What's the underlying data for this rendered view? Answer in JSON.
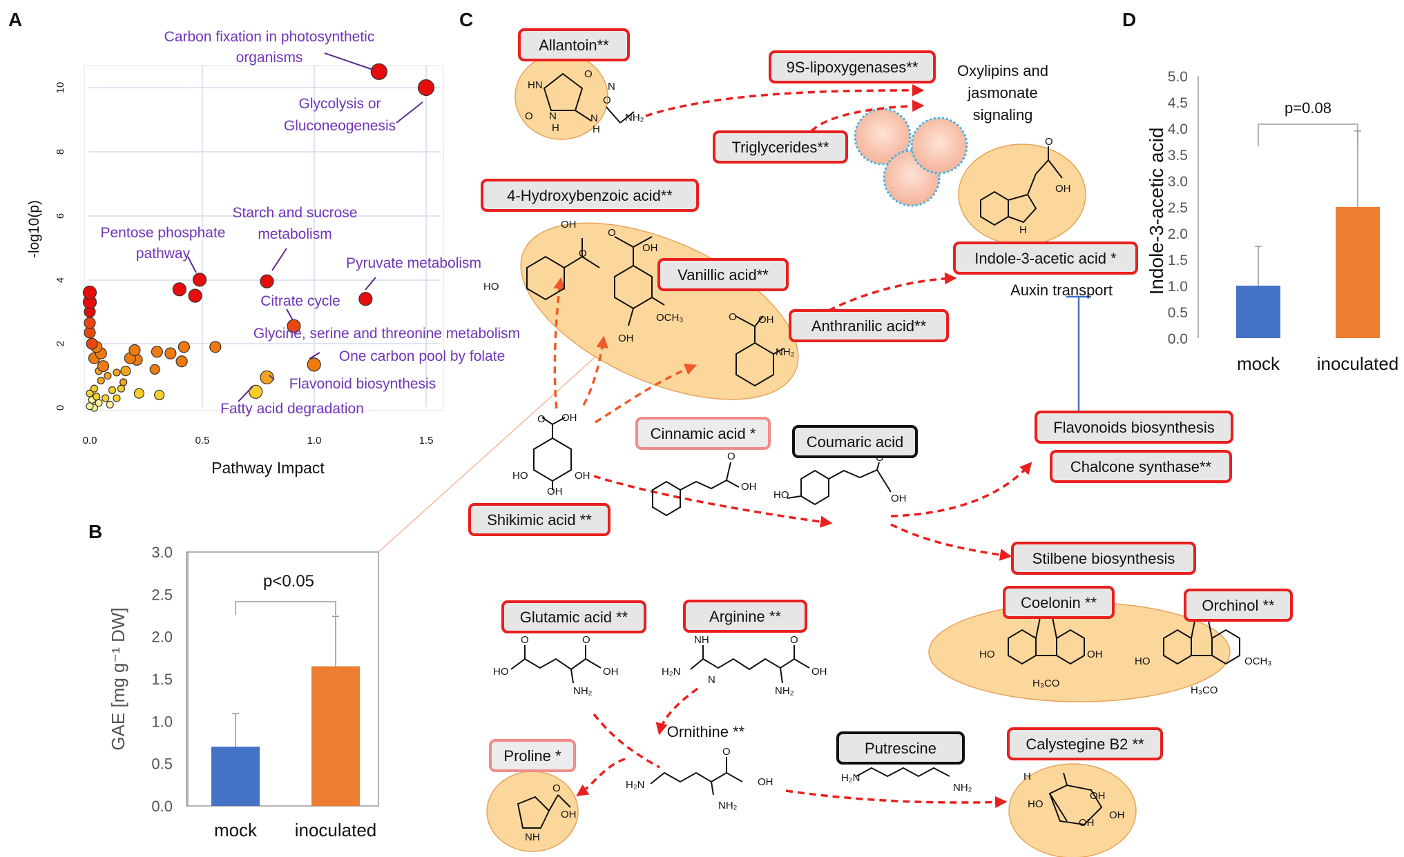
{
  "panels": {
    "a": "A",
    "b": "B",
    "c": "C",
    "d": "D"
  },
  "panel_a": {
    "ylabel": "-log10(p)",
    "xlabel": "Pathway Impact",
    "xticks": [
      "0.0",
      "0.5",
      "1.0",
      "1.5"
    ],
    "yticks": [
      "0",
      "2",
      "4",
      "6",
      "8",
      "10"
    ],
    "annotations": {
      "carbon1": "Carbon fixation in photosynthetic",
      "carbon2": "organisms",
      "glyco1": "Glycolysis or",
      "glyco2": "Gluconeogenesis",
      "pentose1": "Pentose phosphate",
      "pentose2": "pathway",
      "starch1": "Starch and sucrose",
      "starch2": "metabolism",
      "pyruvate": "Pyruvate metabolism",
      "citrate": "Citrate cycle",
      "glycine": "Glycine, serine and threonine metabolism",
      "onecarbon": "One carbon pool by folate",
      "flavonoid": "Flavonoid biosynthesis",
      "fatty": "Fatty acid degradation"
    }
  },
  "panel_c": {
    "labels": {
      "allantoin": "Allantoin**",
      "lipox": "9S-lipoxygenases**",
      "trig": "Triglycerides**",
      "oxy1": "Oxylipins and",
      "oxy2": "jasmonate",
      "oxy3": "signaling",
      "hydroxy": "4-Hydroxybenzoic acid**",
      "vanillic": "Vanillic acid**",
      "anthranilic": "Anthranilic  acid**",
      "iaa": "Indole-3-acetic acid *",
      "auxin": "Auxin transport",
      "cinnamic": "Cinnamic acid *",
      "coumaric": "Coumaric acid",
      "shikimic": "Shikimic acid **",
      "flavbio": "Flavonoids biosynthesis",
      "chalcone": "Chalcone synthase**",
      "stilbene": "Stilbene biosynthesis",
      "coelonin": "Coelonin **",
      "orchinol": "Orchinol **",
      "glutamic": "Glutamic acid **",
      "arginine": "Arginine **",
      "ornithine": "Ornithine **",
      "proline": "Proline *",
      "putrescine": "Putrescine",
      "calystegine": "Calystegine B2 **"
    },
    "chem": {
      "oh": "OH",
      "ho": "HO",
      "o": "O",
      "nh": "NH",
      "nh2": "NH₂",
      "n": "N",
      "hn": "HN",
      "h": "H",
      "och3": "OCH₃",
      "h3co": "H₃CO",
      "h2n": "H₂N",
      "h2": "H₂"
    }
  },
  "chart_data": [
    {
      "type": "bar",
      "panel": "B",
      "categories": [
        "mock",
        "inoculated"
      ],
      "values": [
        0.7,
        1.65
      ],
      "errors": [
        0.39,
        0.59
      ],
      "ylabel": "GAE [mg  g⁻¹ DW]",
      "ylim": [
        0,
        3.0
      ],
      "yticks": [
        "0.0",
        "0.5",
        "1.0",
        "1.5",
        "2.0",
        "2.5",
        "3.0"
      ],
      "annotation": "p<0.05",
      "colors": [
        "#4472c4",
        "#ed7d31"
      ]
    },
    {
      "type": "bar",
      "panel": "D",
      "categories": [
        "mock",
        "inoculated"
      ],
      "values": [
        1.0,
        2.5
      ],
      "errors": [
        0.75,
        1.45
      ],
      "ylabel": "Indole-3-acetic acid",
      "ylim": [
        0,
        5.0
      ],
      "yticks": [
        "0.0",
        "0.5",
        "1.0",
        "1.5",
        "2.0",
        "2.5",
        "3.0",
        "3.5",
        "4.0",
        "4.5",
        "5.0"
      ],
      "annotation": "p=0.08",
      "colors": [
        "#4472c4",
        "#ed7d31"
      ]
    },
    {
      "type": "scatter",
      "panel": "A",
      "xlabel": "Pathway Impact",
      "ylabel": "-log10(p)",
      "xlim": [
        0,
        1.5
      ],
      "ylim": [
        0,
        10.5
      ],
      "points": [
        {
          "x": 1.29,
          "y": 10.5
        },
        {
          "x": 1.5,
          "y": 10.0
        },
        {
          "x": 0.49,
          "y": 4.0
        },
        {
          "x": 0.4,
          "y": 3.7
        },
        {
          "x": 0.47,
          "y": 3.5
        },
        {
          "x": 0.79,
          "y": 3.95
        },
        {
          "x": 1.23,
          "y": 3.4
        },
        {
          "x": 0.91,
          "y": 2.55
        },
        {
          "x": 1.0,
          "y": 1.35
        },
        {
          "x": 0.79,
          "y": 0.95
        },
        {
          "x": 0.74,
          "y": 0.5
        },
        {
          "x": 0.56,
          "y": 1.9
        },
        {
          "x": 0.42,
          "y": 1.9
        },
        {
          "x": 0.41,
          "y": 1.45
        },
        {
          "x": 0.36,
          "y": 1.7
        },
        {
          "x": 0.3,
          "y": 1.75
        },
        {
          "x": 0.29,
          "y": 1.2
        },
        {
          "x": 0.2,
          "y": 1.8
        },
        {
          "x": 0.21,
          "y": 1.5
        },
        {
          "x": 0.18,
          "y": 1.55
        },
        {
          "x": 0.16,
          "y": 1.15
        },
        {
          "x": 0.06,
          "y": 1.3
        },
        {
          "x": 0.01,
          "y": 2.0
        },
        {
          "x": 0.0,
          "y": 3.6
        },
        {
          "x": 0.0,
          "y": 3.3
        },
        {
          "x": 0.0,
          "y": 3.0
        },
        {
          "x": 0.0,
          "y": 2.65
        },
        {
          "x": 0.0,
          "y": 2.35
        },
        {
          "x": 0.03,
          "y": 1.9
        },
        {
          "x": 0.05,
          "y": 1.7
        },
        {
          "x": 0.02,
          "y": 1.55
        },
        {
          "x": 0.04,
          "y": 1.15
        },
        {
          "x": 0.08,
          "y": 1.0
        },
        {
          "x": 0.12,
          "y": 1.1
        },
        {
          "x": 0.15,
          "y": 0.8
        },
        {
          "x": 0.1,
          "y": 0.55
        },
        {
          "x": 0.14,
          "y": 0.6
        },
        {
          "x": 0.31,
          "y": 0.4
        },
        {
          "x": 0.22,
          "y": 0.45
        },
        {
          "x": 0.05,
          "y": 0.85
        },
        {
          "x": 0.02,
          "y": 0.6
        },
        {
          "x": 0.0,
          "y": 0.45
        },
        {
          "x": 0.03,
          "y": 0.35
        },
        {
          "x": 0.07,
          "y": 0.3
        },
        {
          "x": 0.01,
          "y": 0.25
        },
        {
          "x": 0.04,
          "y": 0.15
        },
        {
          "x": 0.09,
          "y": 0.1
        },
        {
          "x": 0.0,
          "y": 0.05
        },
        {
          "x": 0.02,
          "y": 0.0
        },
        {
          "x": 0.12,
          "y": 0.3
        }
      ]
    }
  ]
}
